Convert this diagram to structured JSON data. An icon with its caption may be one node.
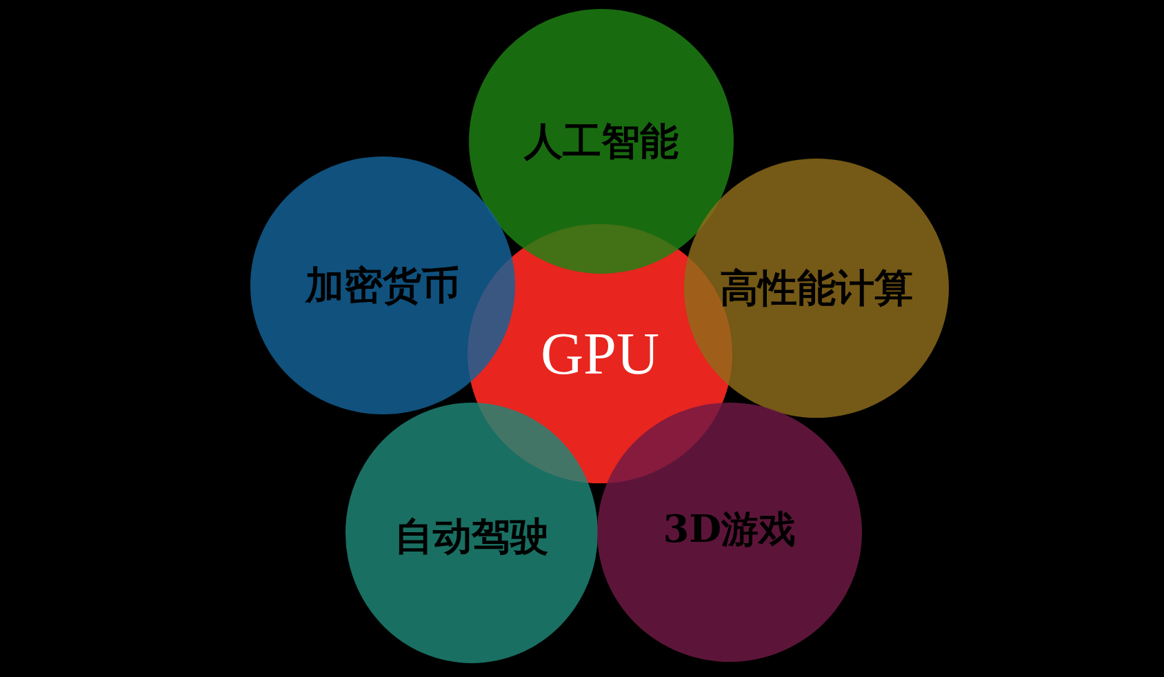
{
  "diagram": {
    "nodes": [
      {
        "text": [
          "人工智能"
        ]
      },
      {
        "text": [
          "加密货币"
        ]
      },
      {
        "text": [
          "高性能计算"
        ]
      },
      {
        "text": [
          "GPU"
        ]
      },
      {
        "text": [
          "自动驾驶"
        ]
      },
      {
        "text": [
          "3D游戏"
        ]
      }
    ]
  }
}
